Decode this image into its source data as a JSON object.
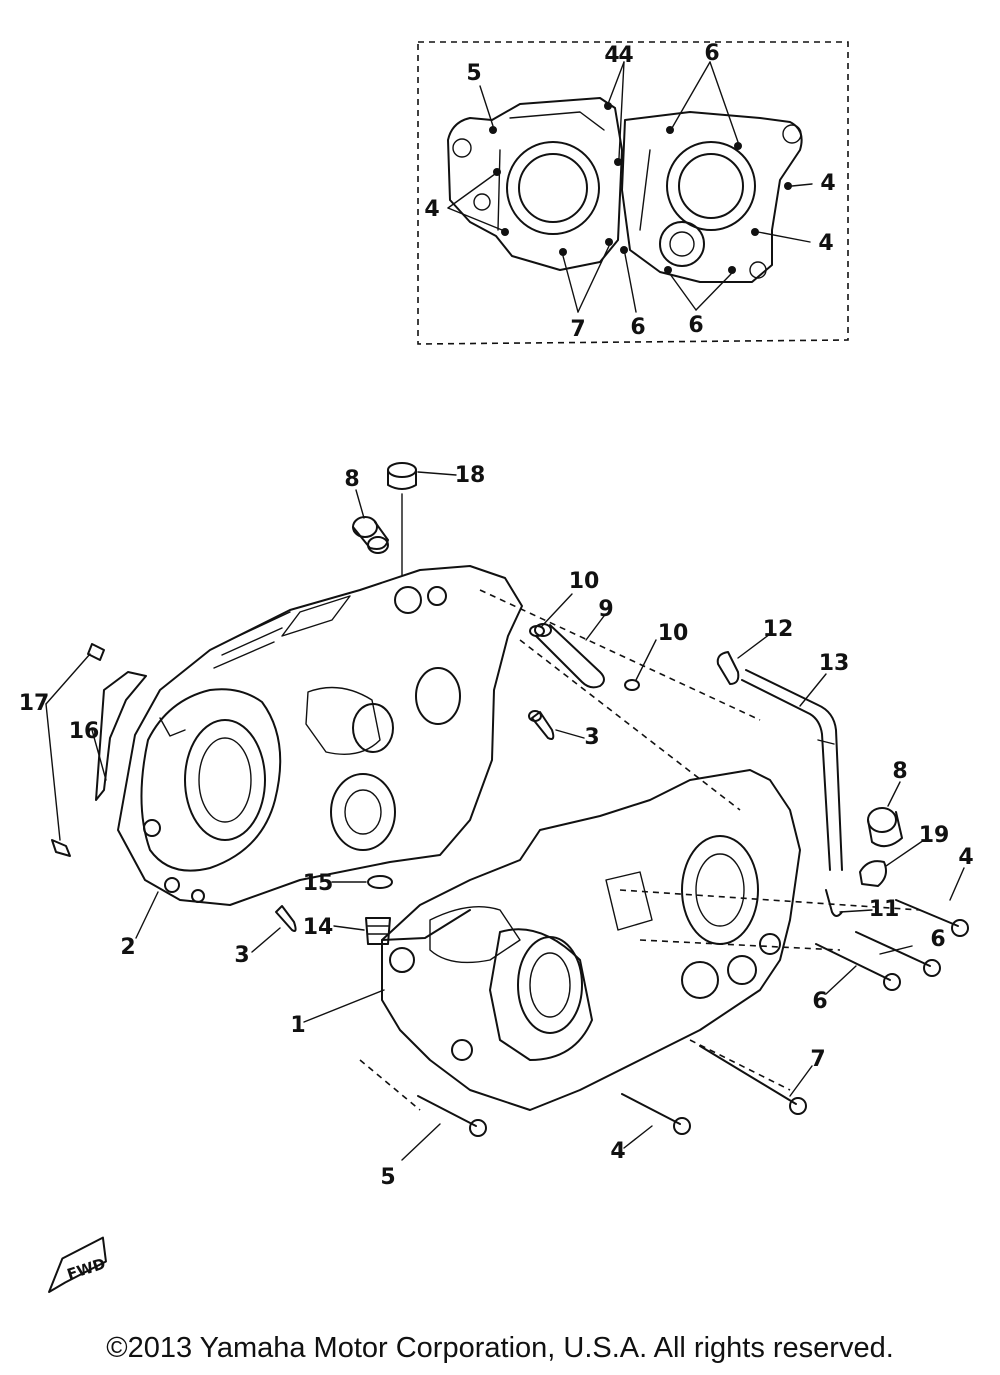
{
  "inset_callouts": [
    "5",
    "4",
    "6",
    "4",
    "4",
    "4",
    "7",
    "6",
    "6",
    "4"
  ],
  "main_callouts": [
    "8",
    "18",
    "10",
    "9",
    "10",
    "12",
    "13",
    "3",
    "17",
    "16",
    "8",
    "19",
    "4",
    "2",
    "15",
    "14",
    "3",
    "11",
    "6",
    "6",
    "1",
    "7",
    "4",
    "5"
  ],
  "fwd_label": "FWD",
  "copyright": "©2013 Yamaha Motor Corporation, U.S.A. All rights reserved."
}
